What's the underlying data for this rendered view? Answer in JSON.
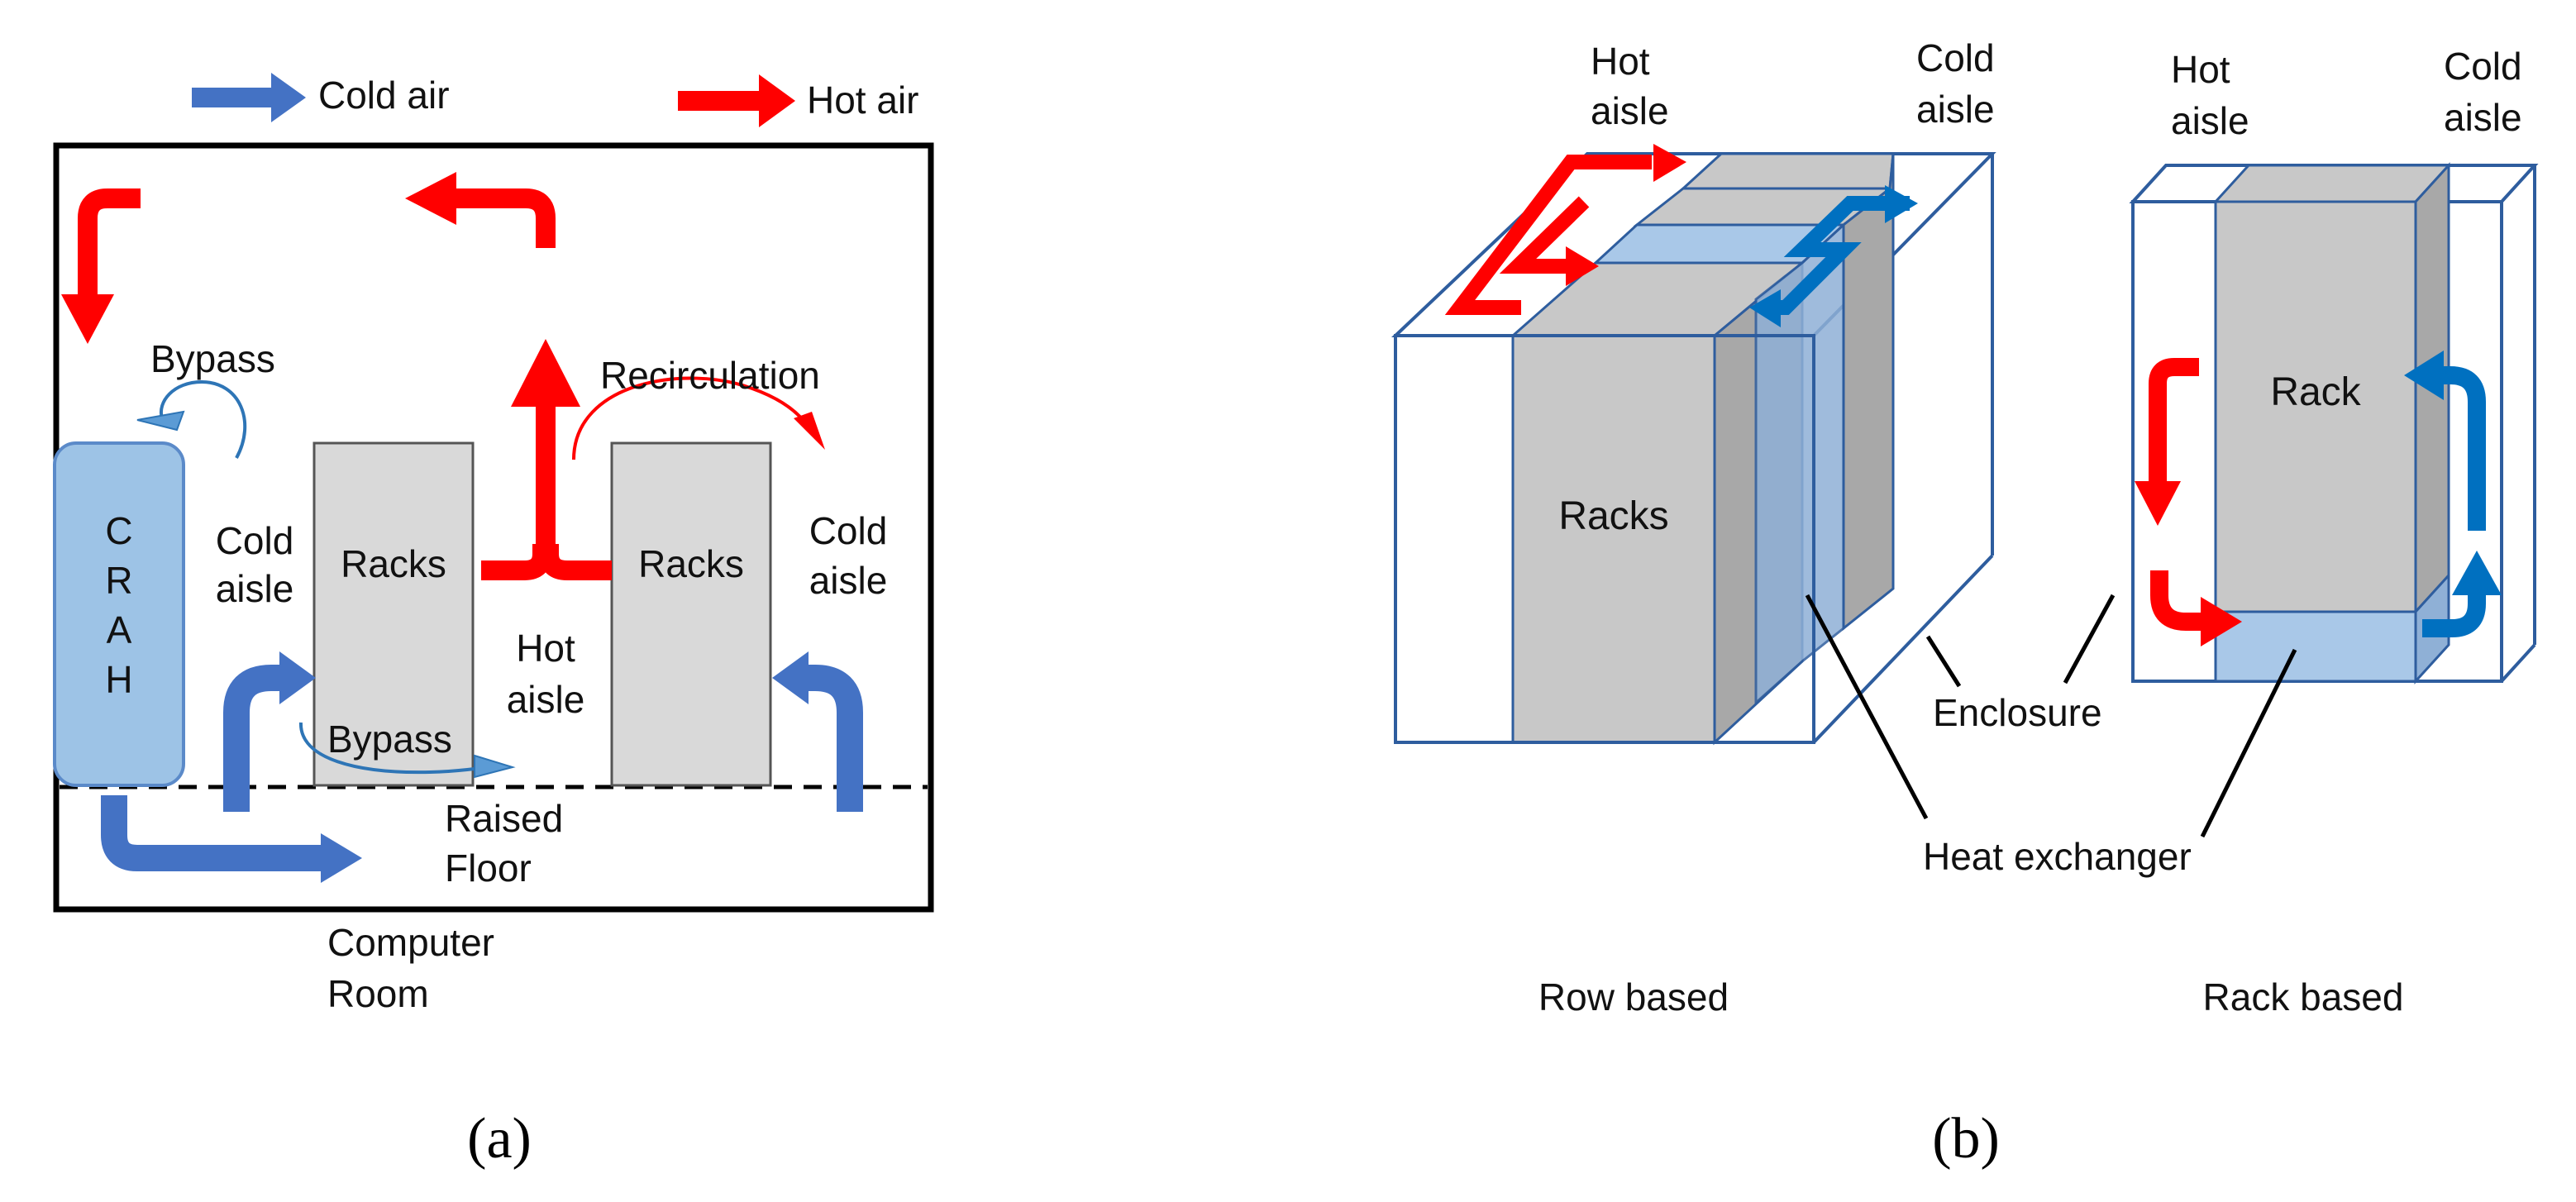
{
  "legend": {
    "cold": "Cold air",
    "hot": "Hot air"
  },
  "panel_a": {
    "crah": [
      "C",
      "R",
      "A",
      "H"
    ],
    "bypass_top": "Bypass",
    "bypass_bottom": "Bypass",
    "recirculation": "Recirculation",
    "cold_aisle_left": [
      "Cold",
      "aisle"
    ],
    "cold_aisle_right": [
      "Cold",
      "aisle"
    ],
    "hot_aisle": [
      "Hot",
      "aisle"
    ],
    "racks_left": "Racks",
    "racks_right": "Racks",
    "raised_floor": [
      "Raised",
      "Floor"
    ],
    "computer_room": [
      "Computer",
      "Room"
    ],
    "label": "(a)"
  },
  "panel_b": {
    "row_hot_aisle": [
      "Hot",
      "aisle"
    ],
    "row_cold_aisle": [
      "Cold",
      "aisle"
    ],
    "rack_hot_aisle": [
      "Hot",
      "aisle"
    ],
    "rack_cold_aisle": [
      "Cold",
      "aisle"
    ],
    "racks": "Racks",
    "rack": "Rack",
    "enclosure": "Enclosure",
    "heat_exchanger": "Heat exchanger",
    "row_based": "Row based",
    "rack_based": "Rack based",
    "label": "(b)"
  },
  "colors": {
    "hot": "#ff0000",
    "cold": "#4472c4",
    "cold_b": "#0070c0",
    "rack_fill": "#c8c8c8",
    "crah_fill": "#9dc3e6",
    "hx_fill": "#a9c8e8",
    "outline": "#2e5d9e"
  }
}
